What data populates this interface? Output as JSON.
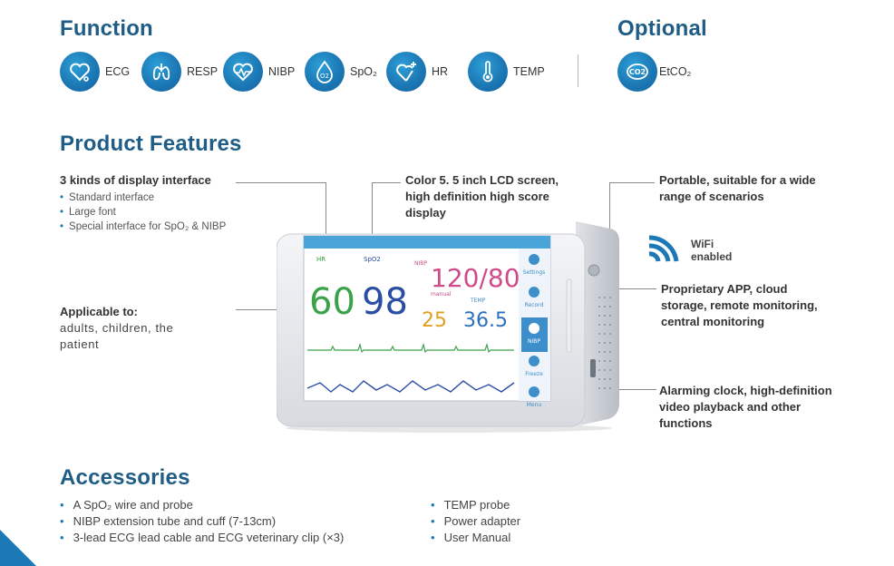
{
  "function": {
    "title": "Function",
    "items": [
      {
        "label": "ECG",
        "icon": "heart-stethoscope-icon"
      },
      {
        "label": "RESP",
        "icon": "lungs-icon"
      },
      {
        "label": "NIBP",
        "icon": "heart-pulse-icon"
      },
      {
        "label": "SpO₂",
        "icon": "oxygen-drop-icon"
      },
      {
        "label": "HR",
        "icon": "heart-plus-icon"
      },
      {
        "label": "TEMP",
        "icon": "thermometer-icon"
      }
    ]
  },
  "optional": {
    "title": "Optional",
    "items": [
      {
        "label": "EtCO₂",
        "icon": "co2-icon"
      }
    ]
  },
  "features": {
    "title": "Product Features",
    "display": {
      "title": "3 kinds of display interface",
      "bullets": [
        "Standard interface",
        "Large font",
        "Special interface for SpO₂ & NIBP"
      ]
    },
    "applicable": {
      "title": "Applicable to:",
      "lines": [
        "adults, children, the",
        "patient"
      ]
    },
    "lcd": {
      "lines": [
        "Color 5. 5 inch LCD screen,",
        "high definition high score",
        "display"
      ]
    },
    "portable": {
      "lines": [
        "Portable, suitable for a wide",
        "range of scenarios"
      ]
    },
    "wifi": {
      "lines": [
        "WiFi",
        "enabled"
      ]
    },
    "app": {
      "lines": [
        "Proprietary APP, cloud",
        "storage, remote monitoring,",
        "central monitoring"
      ]
    },
    "alarm": {
      "lines": [
        "Alarming clock, high-definition",
        "video playback and other",
        "functions"
      ]
    }
  },
  "screen": {
    "hr_label": "HR",
    "spo2_label": "SpO2",
    "nibp_label": "NIBP",
    "temp_label": "TEMP",
    "hr_value": "60",
    "spo2_value": "98",
    "nibp_value": "120/80",
    "nibp_mode": "manual",
    "resp_value": "25",
    "temp_value": "36.5",
    "menu": [
      "Settings",
      "Record",
      "NIBP",
      "Freeze",
      "Menu"
    ]
  },
  "accessories": {
    "title": "Accessories",
    "left": [
      "A SpO₂ wire and probe",
      "NIBP extension tube and cuff (7-13cm)",
      "3-lead ECG lead cable and ECG veterinary clip (×3)"
    ],
    "right": [
      "TEMP probe",
      "Power adapter",
      "User Manual"
    ]
  },
  "colors": {
    "accent": "#1c79b5",
    "heading": "#1f5d86"
  }
}
